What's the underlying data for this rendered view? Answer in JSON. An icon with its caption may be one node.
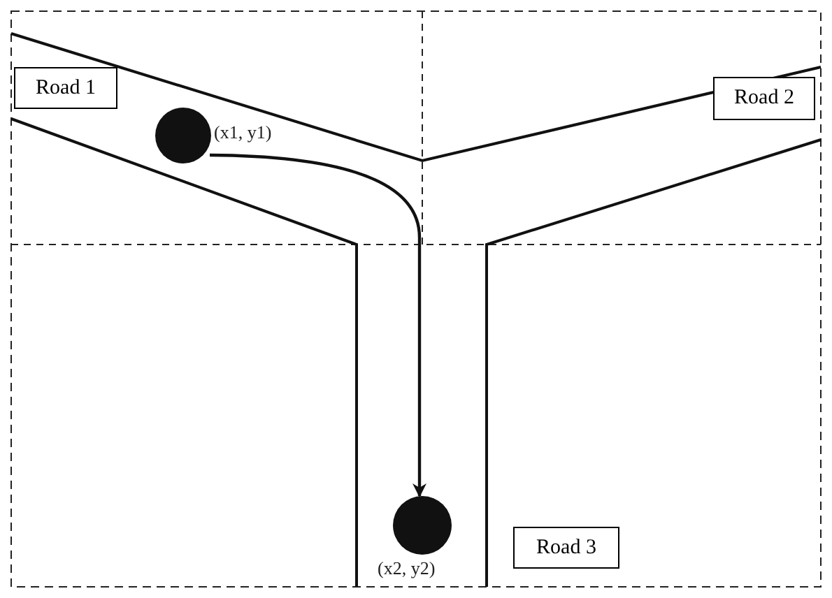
{
  "diagram": {
    "nodes": [
      {
        "text": [
          "Road 1"
        ]
      },
      {
        "text": [
          "Road 2"
        ]
      },
      {
        "text": [
          "Road 3"
        ]
      },
      {
        "text": [],
        "shape": "circle",
        "beside": [
          "(x1, y1)"
        ]
      },
      {
        "text": [],
        "shape": "circle",
        "beside": [
          "(x2, y2)"
        ]
      }
    ],
    "edges": [
      {
        "from": 3,
        "to": 4,
        "arrow": "to"
      }
    ]
  }
}
